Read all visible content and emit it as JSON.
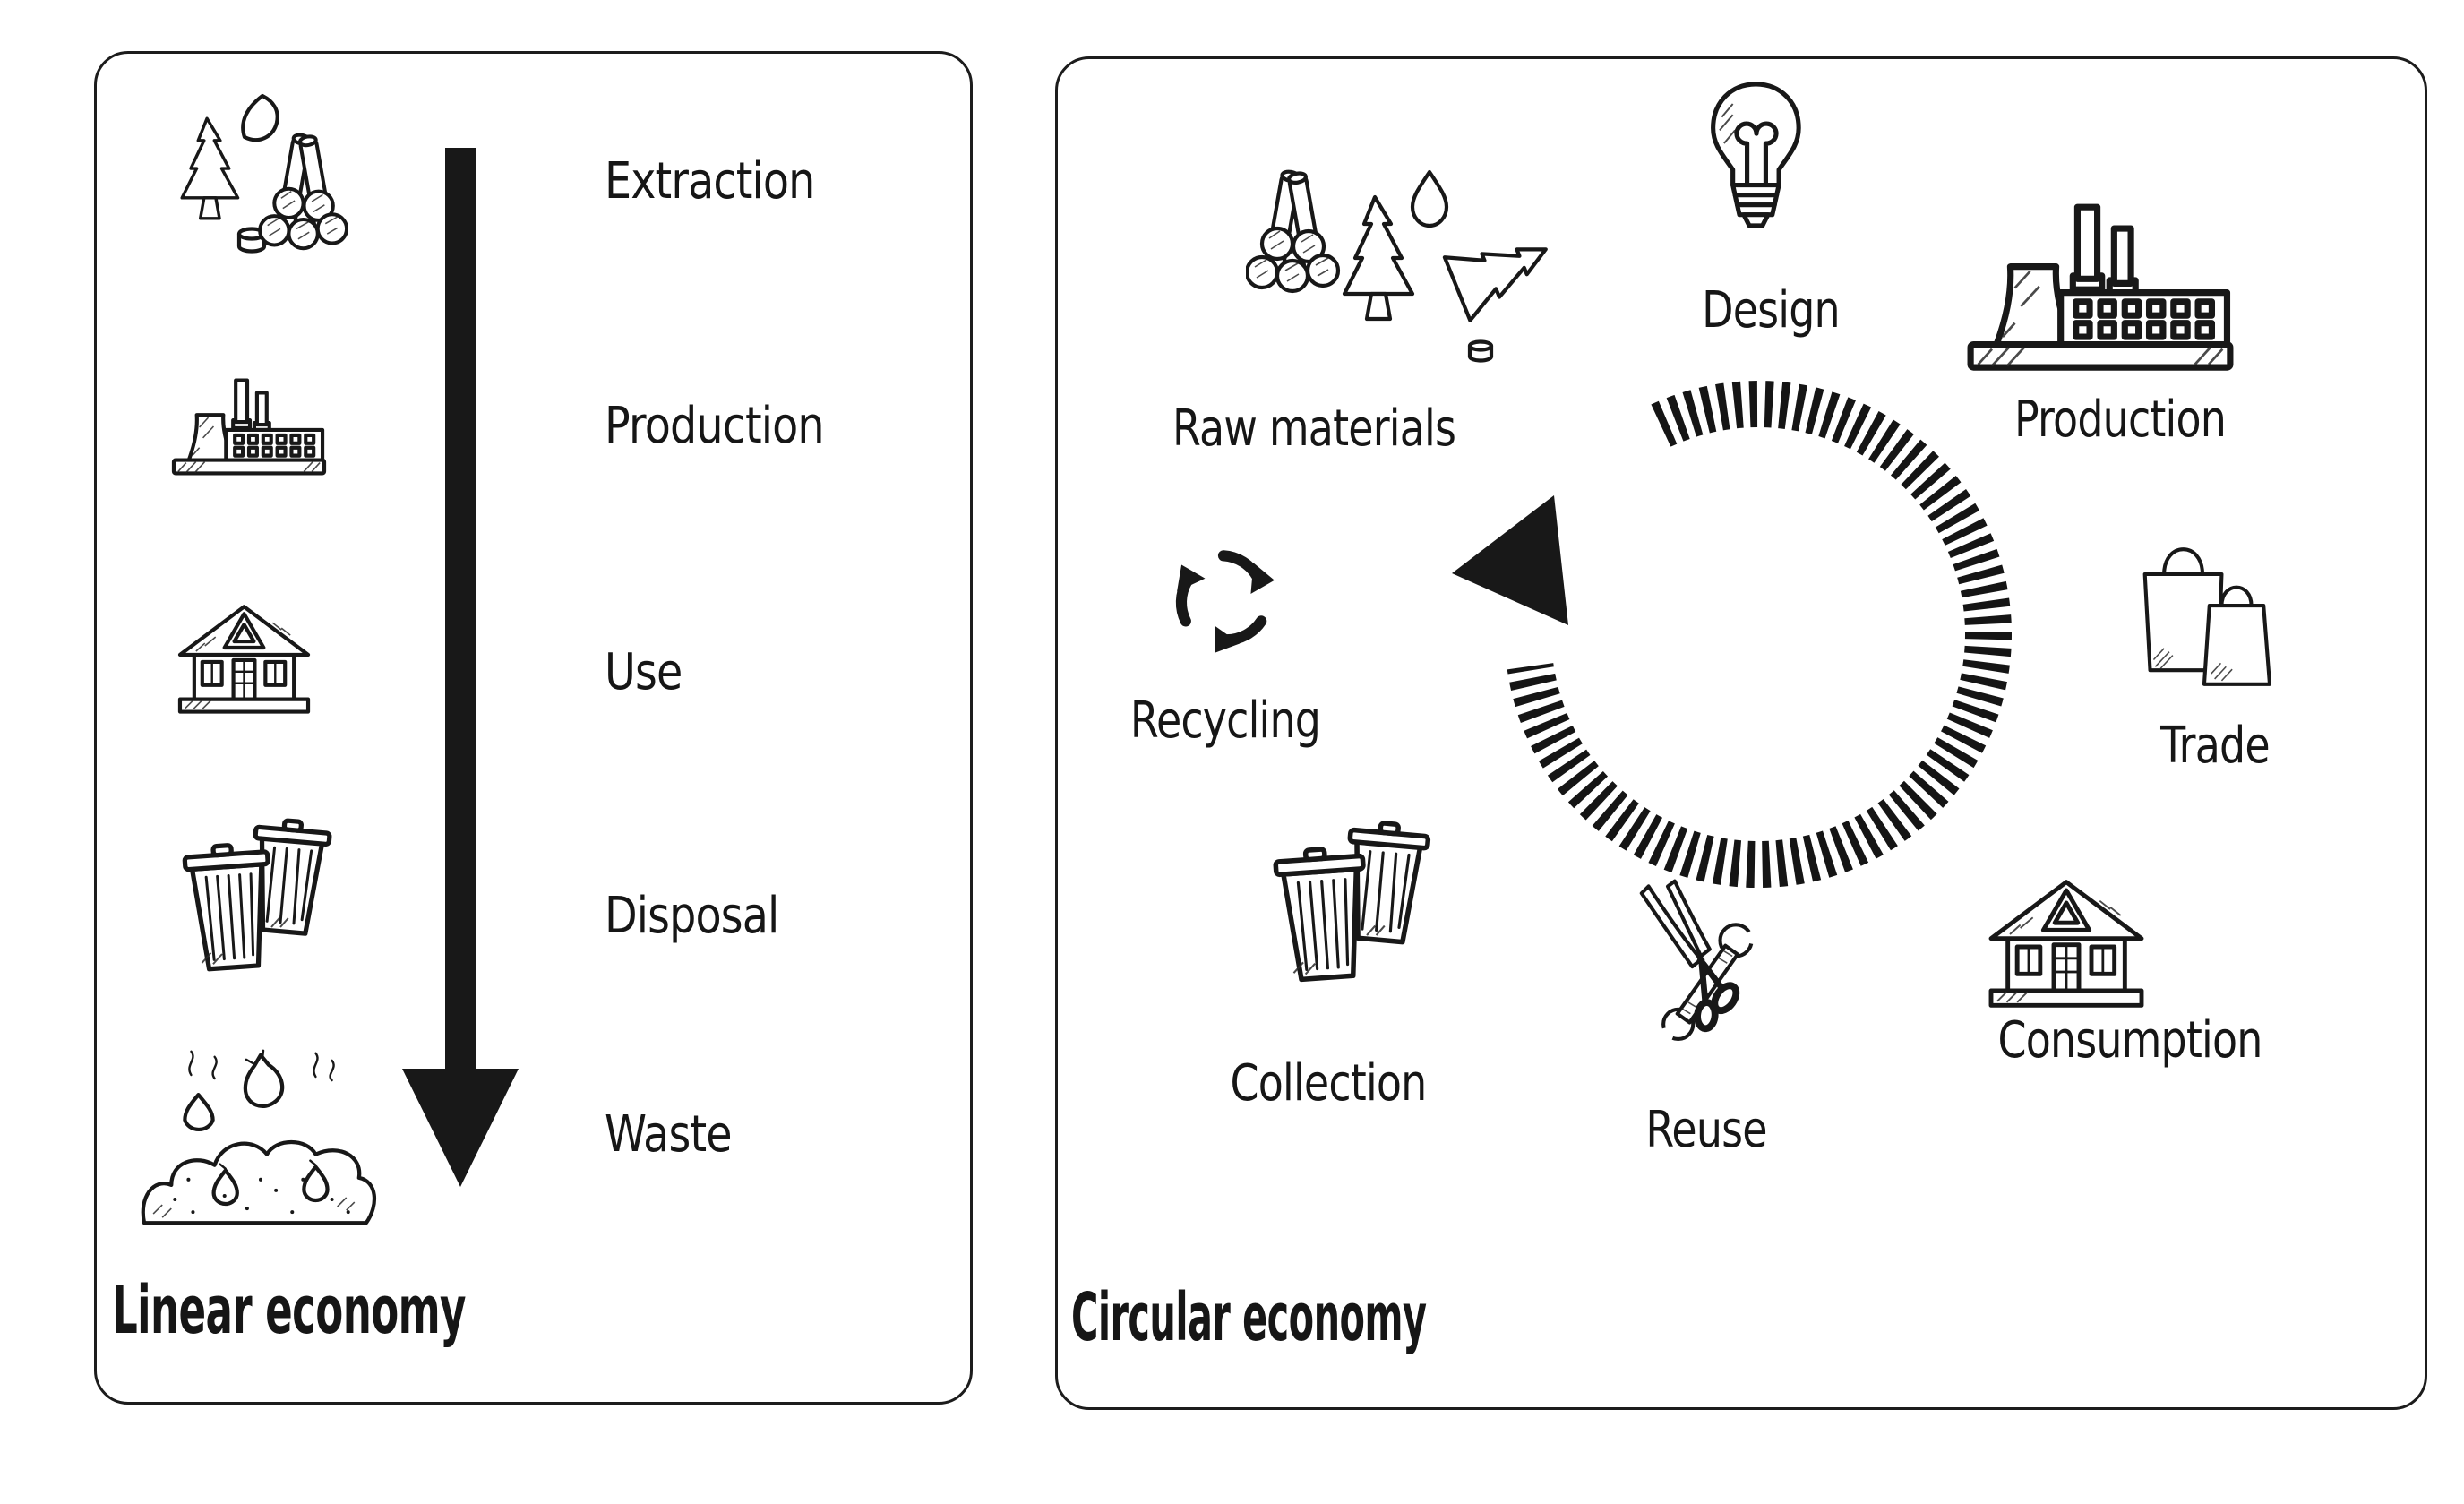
{
  "colors": {
    "ink": "#181818",
    "background": "#ffffff"
  },
  "left_panel": {
    "title": "Linear economy",
    "flow": {
      "direction": "top-to-bottom",
      "arrow_icon": "down-arrow-icon"
    },
    "stages": [
      {
        "label": "Extraction",
        "icon": "trees-logs-icon"
      },
      {
        "label": "Production",
        "icon": "factory-icon"
      },
      {
        "label": "Use",
        "icon": "house-icon"
      },
      {
        "label": "Disposal",
        "icon": "trash-cans-icon"
      },
      {
        "label": "Waste",
        "icon": "waste-pile-icon"
      }
    ]
  },
  "right_panel": {
    "title": "Circular economy",
    "cycle": {
      "direction": "clockwise",
      "style": "dashed-ring",
      "arrow_icon": "cycle-arrow-icon"
    },
    "stages": [
      {
        "label": "Raw materials",
        "icon": "raw-materials-icon"
      },
      {
        "label": "Design",
        "icon": "lightbulb-icon"
      },
      {
        "label": "Production",
        "icon": "factory-icon"
      },
      {
        "label": "Trade",
        "icon": "shopping-bags-icon"
      },
      {
        "label": "Consumption",
        "icon": "house-icon"
      },
      {
        "label": "Reuse",
        "icon": "repair-tools-icon"
      },
      {
        "label": "Collection",
        "icon": "trash-cans-icon"
      },
      {
        "label": "Recycling",
        "icon": "recycle-icon"
      }
    ]
  }
}
